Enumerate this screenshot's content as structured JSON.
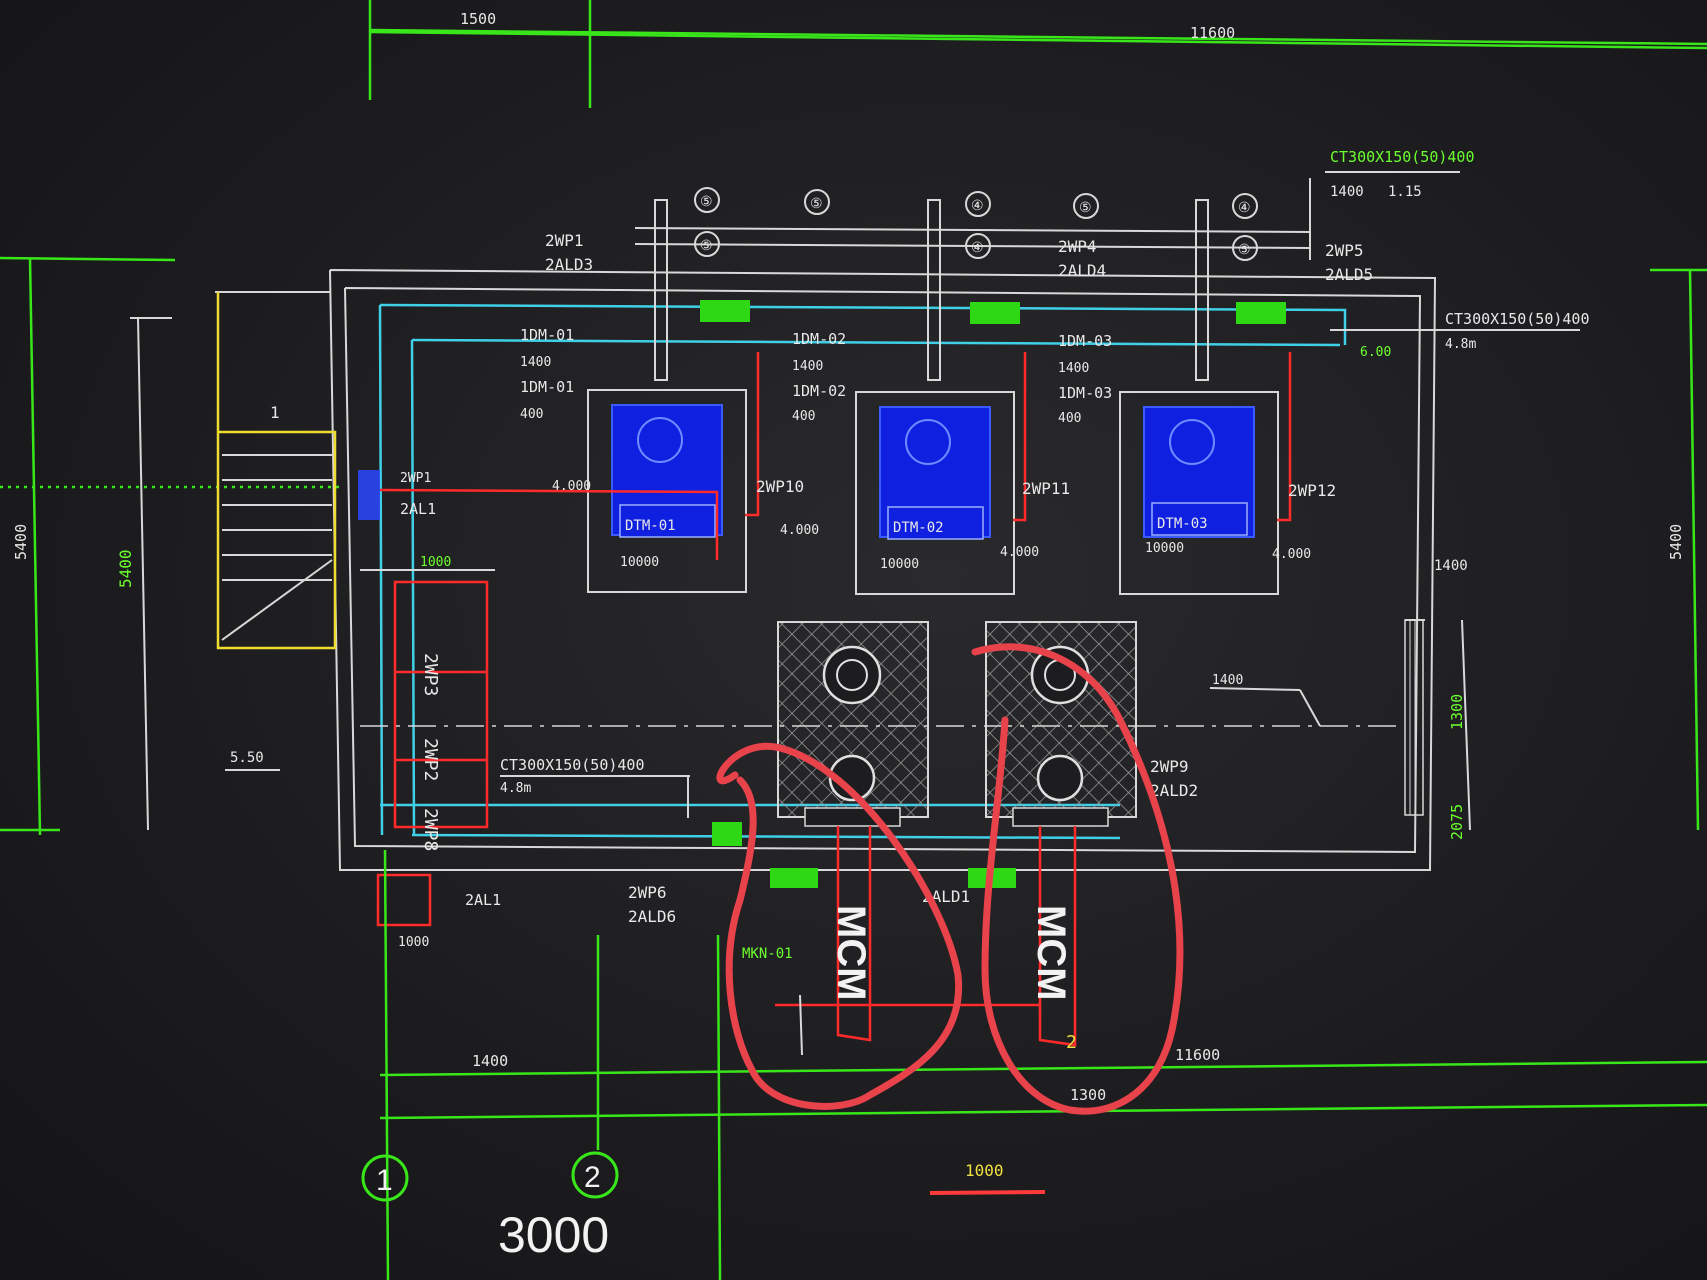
{
  "drawing": {
    "top_dims": [
      "1500",
      "11600"
    ],
    "left_dims": [
      "5400",
      "5400"
    ],
    "right_dims": [
      "5400",
      "1400",
      "1300",
      "2075"
    ],
    "bottom_dims": [
      "1400",
      "11600",
      "1300"
    ],
    "axis_labels": [
      "1",
      "2"
    ],
    "scale_dim": "3000",
    "circle_tags": [
      "⑤",
      "⑤",
      "④",
      "⑤",
      "④",
      "⑤",
      "④",
      "⑤"
    ],
    "pipe_tags": [
      "2WP1",
      "2WP4",
      "2WP5",
      "2WP6",
      "2WP9",
      "2WP10",
      "2WP11",
      "2WP12",
      "2WP3",
      "2WP2",
      "2WP8"
    ],
    "unit_tags": [
      "2ALD3",
      "2ALD4",
      "2ALD5",
      "2AL1",
      "2ALD1",
      "2ALD2",
      "2ALD6"
    ],
    "equipment_tags": [
      "1DM-01",
      "1DM-02",
      "1DM-03",
      "DTM-01",
      "DTM-02",
      "DTM-03",
      "MKN-01"
    ],
    "small_tags": [
      "1400",
      "1000",
      "400",
      "5.50",
      "4.000",
      "10000",
      "6.00",
      "1.15",
      "1"
    ],
    "tray_note": "CT300X150(50)400",
    "cable_note": "CT300X150(50)400",
    "pump_labels": [
      "MCM",
      "MCM"
    ],
    "footer_tag": "4.8m"
  }
}
